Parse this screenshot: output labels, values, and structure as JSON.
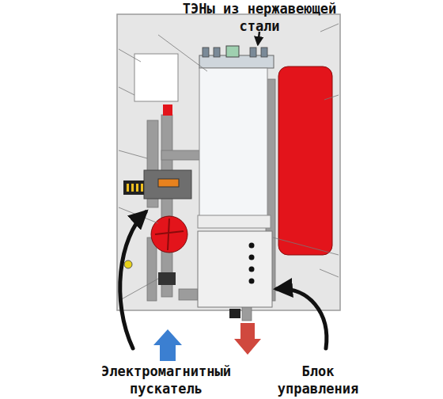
{
  "diagram": {
    "labels": [
      "ТЭНы из нержавеющей стали",
      "Электромагнитный пускатель",
      "Блок управления"
    ]
  }
}
